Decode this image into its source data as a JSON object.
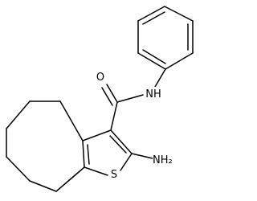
{
  "molecule": {
    "atoms": {
      "oxygen": "O",
      "nh": "NH",
      "sulfur": "S",
      "nh2": "NH₂"
    }
  }
}
